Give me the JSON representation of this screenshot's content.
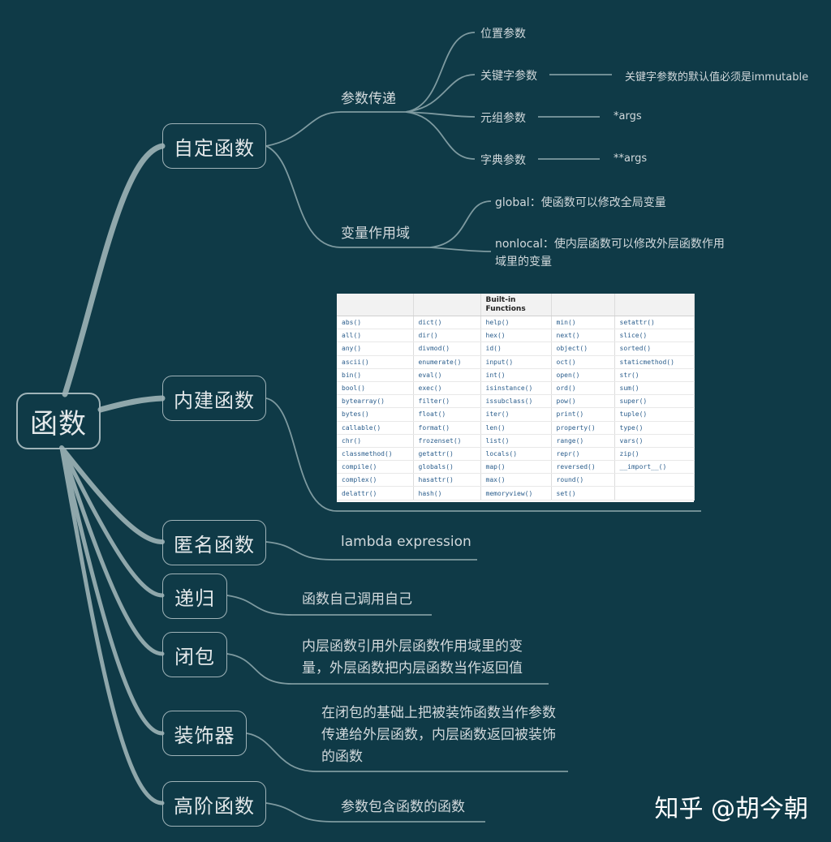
{
  "root": "函数",
  "branches": {
    "custom": "自定函数",
    "builtin": "内建函数",
    "anonymous": "匿名函数",
    "recursion": "递归",
    "closure": "闭包",
    "decorator": "装饰器",
    "higher_order": "高阶函数"
  },
  "custom": {
    "param_passing": "参数传递",
    "scope": "变量作用域",
    "params": {
      "positional": "位置参数",
      "keyword": "关键字参数",
      "keyword_note": "关键字参数的默认值必须是immutable",
      "tuple": "元组参数",
      "tuple_note": "*args",
      "dict": "字典参数",
      "dict_note": "**args"
    },
    "global": "global：使函数可以修改全局变量",
    "nonlocal": "nonlocal：使内层函数可以修改外层函数作用域里的变量"
  },
  "builtin_table": {
    "header": "Built-in Functions",
    "columns": [
      [
        "abs()",
        "all()",
        "any()",
        "ascii()",
        "bin()",
        "bool()",
        "bytearray()",
        "bytes()",
        "callable()",
        "chr()",
        "classmethod()",
        "compile()",
        "complex()",
        "delattr()"
      ],
      [
        "dict()",
        "dir()",
        "divmod()",
        "enumerate()",
        "eval()",
        "exec()",
        "filter()",
        "float()",
        "format()",
        "frozenset()",
        "getattr()",
        "globals()",
        "hasattr()",
        "hash()"
      ],
      [
        "help()",
        "hex()",
        "id()",
        "input()",
        "int()",
        "isinstance()",
        "issubclass()",
        "iter()",
        "len()",
        "list()",
        "locals()",
        "map()",
        "max()",
        "memoryview()"
      ],
      [
        "min()",
        "next()",
        "object()",
        "oct()",
        "open()",
        "ord()",
        "pow()",
        "print()",
        "property()",
        "range()",
        "repr()",
        "reversed()",
        "round()",
        "set()"
      ],
      [
        "setattr()",
        "slice()",
        "sorted()",
        "staticmethod()",
        "str()",
        "sum()",
        "super()",
        "tuple()",
        "type()",
        "vars()",
        "zip()",
        "__import__()",
        "",
        ""
      ]
    ]
  },
  "anonymous_desc": "lambda expression",
  "recursion_desc": "函数自己调用自己",
  "closure_desc": "内层函数引用外层函数作用域里的变量，外层函数把内层函数当作返回值",
  "decorator_desc": "在闭包的基础上把被装饰函数当作参数传递给外层函数，内层函数返回被装饰的函数",
  "higher_order_desc": "参数包含函数的函数",
  "watermark": "知乎 @胡今朝",
  "colors": {
    "background": "#0f3a47",
    "branch": "#8fa7ab",
    "text": "#d2d9dc"
  }
}
